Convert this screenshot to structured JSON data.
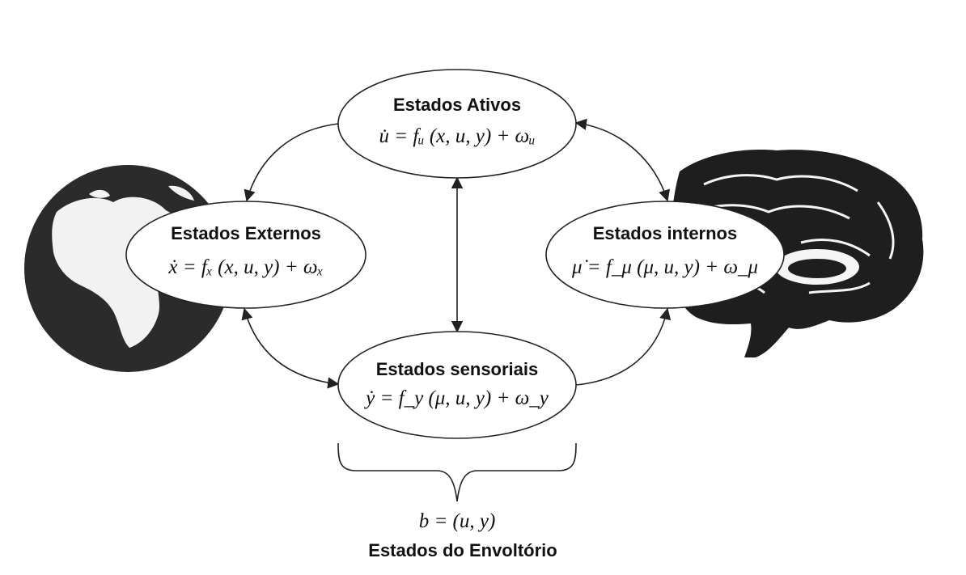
{
  "nodes": {
    "active": {
      "title": "Estados Ativos",
      "equation": "u̇ = fᵤ (x, u, y) + ωᵤ"
    },
    "external": {
      "title": "Estados Externos",
      "equation": "ẋ = fₓ (x, u, y) + ωₓ"
    },
    "internal": {
      "title": "Estados internos",
      "equation": "μ̇ = f_μ (μ, u, y) + ω_μ"
    },
    "sensory": {
      "title": "Estados sensoriais",
      "equation": "ẏ = f_y (μ, u, y) + ω_y"
    }
  },
  "blanket": {
    "equation": "b = (u, y)",
    "label": "Estados do Envoltório"
  },
  "images": {
    "left": "globe-icon",
    "right": "brain-icon"
  },
  "colors": {
    "ink": "#111111",
    "globe": "#2b2b2b",
    "brain": "#1e1e1e"
  }
}
